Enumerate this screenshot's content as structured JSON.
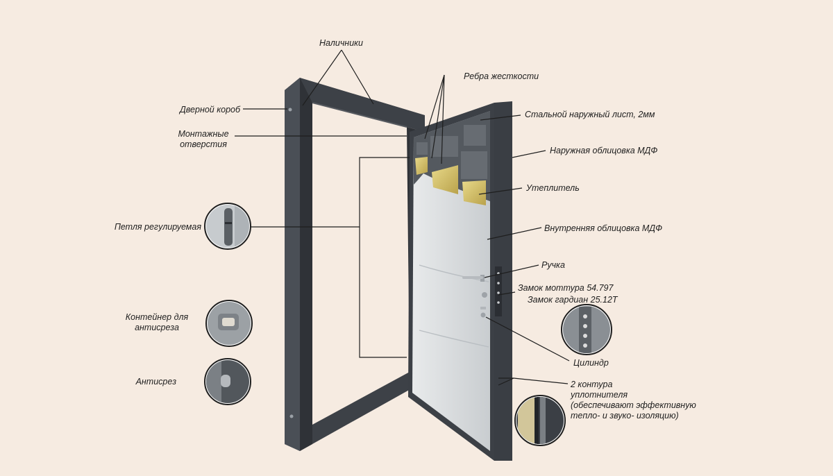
{
  "labels": {
    "nalichniki": "Наличники",
    "rebra": "Ребра жесткости",
    "dvernoy_korob": "Дверной короб",
    "montazh_1": "Монтажные",
    "montazh_2": "отверстия",
    "stalnoy_list": "Стальной наружный лист, 2мм",
    "naruzh_mdf": "Наружная облицовка МДФ",
    "uteplitel": "Утеплитель",
    "petlya": "Петля регулируемая",
    "vnutr_mdf": "Внутренняя облицовка МДФ",
    "ruchka": "Ручка",
    "zamok_mottura": "Замок моттура 54.797",
    "zamok_gardian": "Замок гардиан 25.12Т",
    "konteyner_1": "Контейнер для",
    "konteyner_2": "антисреза",
    "antisrez": "Антисрез",
    "tsilindr": "Цилиндр",
    "kontur_1": "2 контура",
    "kontur_2": "уплотнителя",
    "kontur_3": "(обеспечивают эффективную",
    "kontur_4": "тепло- и звуко- изоляцию)"
  },
  "colors": {
    "background": "#f6ebe1",
    "frame": "#3d4147",
    "door_panel": "#dfe2e3",
    "insulation": "#d9c66e",
    "leader": "#1e1e1e"
  }
}
